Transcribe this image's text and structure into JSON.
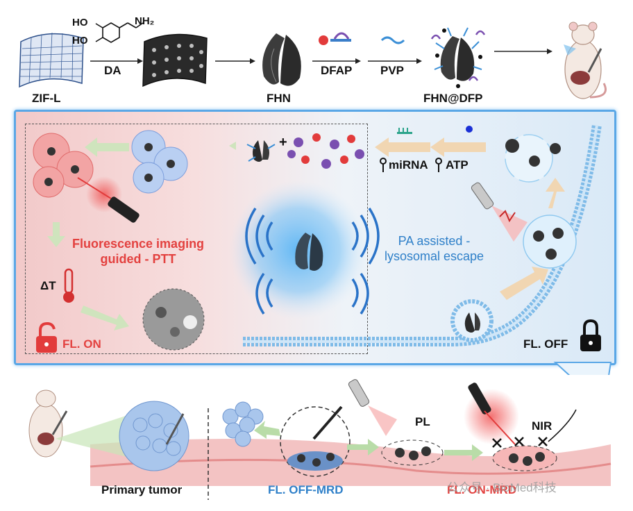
{
  "top_row": {
    "zif_label": "ZIF-L",
    "da_label": "DA",
    "dopamine_ho1": "HO",
    "dopamine_ho2": "HO",
    "dopamine_nh2": "NH₂",
    "fhn_label": "FHN",
    "dfap_label": "DFAP",
    "pvp_label": "PVP",
    "fhn_dfp_label": "FHN@DFP"
  },
  "panel": {
    "plus": "+",
    "mirna_label": "miRNA",
    "atp_label": "ATP",
    "fluorescence_line1": "Fluorescence imaging",
    "fluorescence_line2": "guided - PTT",
    "pa_line1": "PA  assisted -",
    "pa_line2": "lysosomal escape",
    "delta_t": "ΔT",
    "fl_on": "FL. ON",
    "fl_off": "FL. OFF"
  },
  "bottom_row": {
    "primary_tumor": "Primary tumor",
    "fl_off_mrd": "FL. OFF-MRD",
    "fl_on_mrd": "FL. ON-MRD",
    "pl_label": "PL",
    "nir_label": "NIR",
    "watermark": "公众号 · BioMed科技"
  },
  "colors": {
    "panel_border": "#5aa7e6",
    "red_text": "#e3413f",
    "blue_text": "#2f80c9"
  }
}
